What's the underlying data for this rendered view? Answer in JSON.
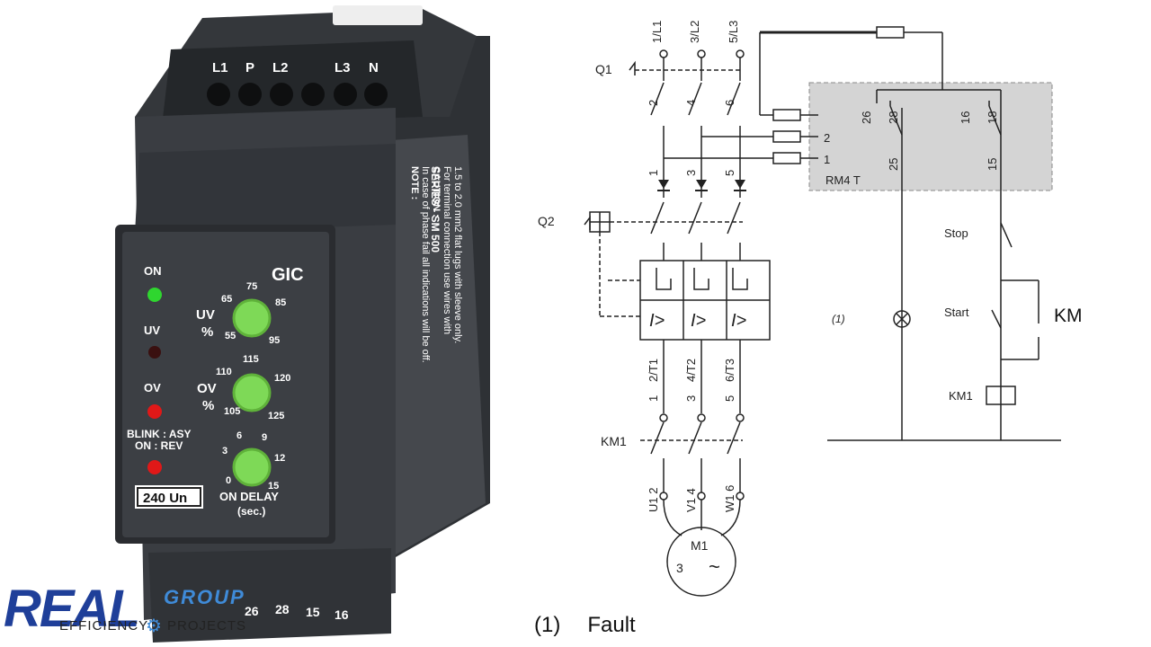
{
  "relay": {
    "brand": "GIC",
    "series": "SERIES - SM 500",
    "note_lines": [
      "NOTE :",
      "In case of phase fail all indications will be off.",
      "CAUTION :",
      "For terminal connection use wires with",
      "1.5 to 2.0 mm2 flat lugs with sleeve only."
    ],
    "top_terminals": [
      "L1",
      "P",
      "L2",
      "L3",
      "N"
    ],
    "bottom_terminals": [
      "26",
      "28",
      "15",
      "16"
    ],
    "voltage_badge": "240 Un",
    "indicators": {
      "on": "ON",
      "uv": "UV",
      "ov": "OV",
      "blink_line1": "BLINK : ASY",
      "blink_line2": "ON : REV"
    },
    "dials": {
      "uv": {
        "label1": "UV",
        "label2": "%",
        "marks": [
          "65",
          "75",
          "85",
          "55",
          "95"
        ]
      },
      "ov": {
        "label1": "OV",
        "label2": "%",
        "marks": [
          "110",
          "115",
          "120",
          "105",
          "125"
        ]
      },
      "delay": {
        "label1": "ON DELAY",
        "label2": "(sec.)",
        "marks": [
          "6",
          "9",
          "3",
          "12",
          "0",
          "15"
        ]
      }
    },
    "colors": {
      "body": "#3a3d42",
      "dial": "#7ed957",
      "led_on": "#2fd62f",
      "led_red": "#e01818"
    }
  },
  "schematic": {
    "supply_terminals": [
      "1/L1",
      "3/L2",
      "5/L3"
    ],
    "breaker_q1": "Q1",
    "q1_numbers": [
      "2",
      "4",
      "6"
    ],
    "q2_numbers": [
      "1",
      "3",
      "5"
    ],
    "breaker_q2": "Q2",
    "overload_symbol": "I>",
    "q2_outputs": [
      "2/T1",
      "4/T2",
      "6/T3"
    ],
    "contactor_inputs": [
      "1",
      "3",
      "5"
    ],
    "contactor": "KM1",
    "motor_terminals": [
      "U1 2",
      "V1 4",
      "W1 6"
    ],
    "motor": {
      "name": "M1",
      "phases": "3",
      "ac_symbol": "~"
    },
    "relay_block": {
      "name": "RM4 T",
      "inputs": [
        "2",
        "1"
      ],
      "contacts": [
        "26",
        "28",
        "25",
        "16",
        "18",
        "15"
      ]
    },
    "control": {
      "stop": "Stop",
      "start": "Start",
      "coil": "KM1",
      "lamp_note": "(1)",
      "km": "KM"
    },
    "footnote": {
      "mark": "(1)",
      "text": "Fault"
    }
  },
  "logo": {
    "big": "REAL",
    "group": "GROUP",
    "left": "EFFICIENCY",
    "right": "PROJECTS"
  }
}
